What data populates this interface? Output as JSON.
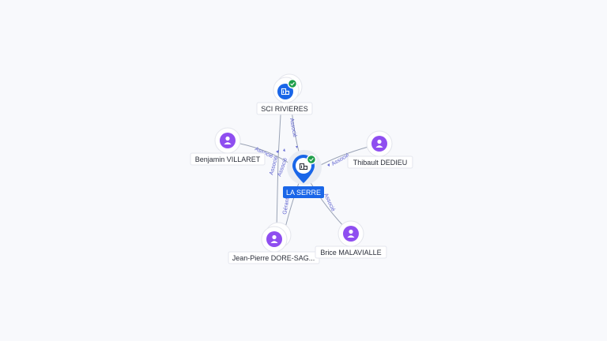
{
  "center": {
    "label": "LA SERRE",
    "icon": "building-icon",
    "verified": true
  },
  "nodes": [
    {
      "id": "sci",
      "label": "SCI RIVIERES",
      "kind": "company",
      "icon": "building-icon",
      "verified": true
    },
    {
      "id": "benjamin",
      "label": "Benjamin VILLARET",
      "kind": "person",
      "icon": "person-icon"
    },
    {
      "id": "thibault",
      "label": "Thibault DEDIEU",
      "kind": "person",
      "icon": "person-icon"
    },
    {
      "id": "jeanpierre",
      "label": "Jean-Pierre DORE-SAG...",
      "kind": "person",
      "icon": "person-icon"
    },
    {
      "id": "brice",
      "label": "Brice MALAVIALLE",
      "kind": "person",
      "icon": "person-icon"
    }
  ],
  "edges": [
    {
      "from": "sci",
      "to": "center",
      "label": "Associé"
    },
    {
      "from": "benjamin",
      "to": "center",
      "label": "Associé"
    },
    {
      "from": "thibault",
      "to": "center",
      "label": "Associé"
    },
    {
      "from": "jeanpierre",
      "to": "center",
      "label": "Gérant"
    },
    {
      "from": "jeanpierre",
      "to": "center",
      "label": "Associé"
    },
    {
      "from": "brice",
      "to": "center",
      "label": "Associé"
    },
    {
      "from": "sci",
      "to": "center",
      "label": "Associé"
    }
  ],
  "colors": {
    "person": "#8f4ef0",
    "company": "#1a66e8",
    "verified": "#1e9e4a",
    "edge_label": "#5b5fcf"
  }
}
